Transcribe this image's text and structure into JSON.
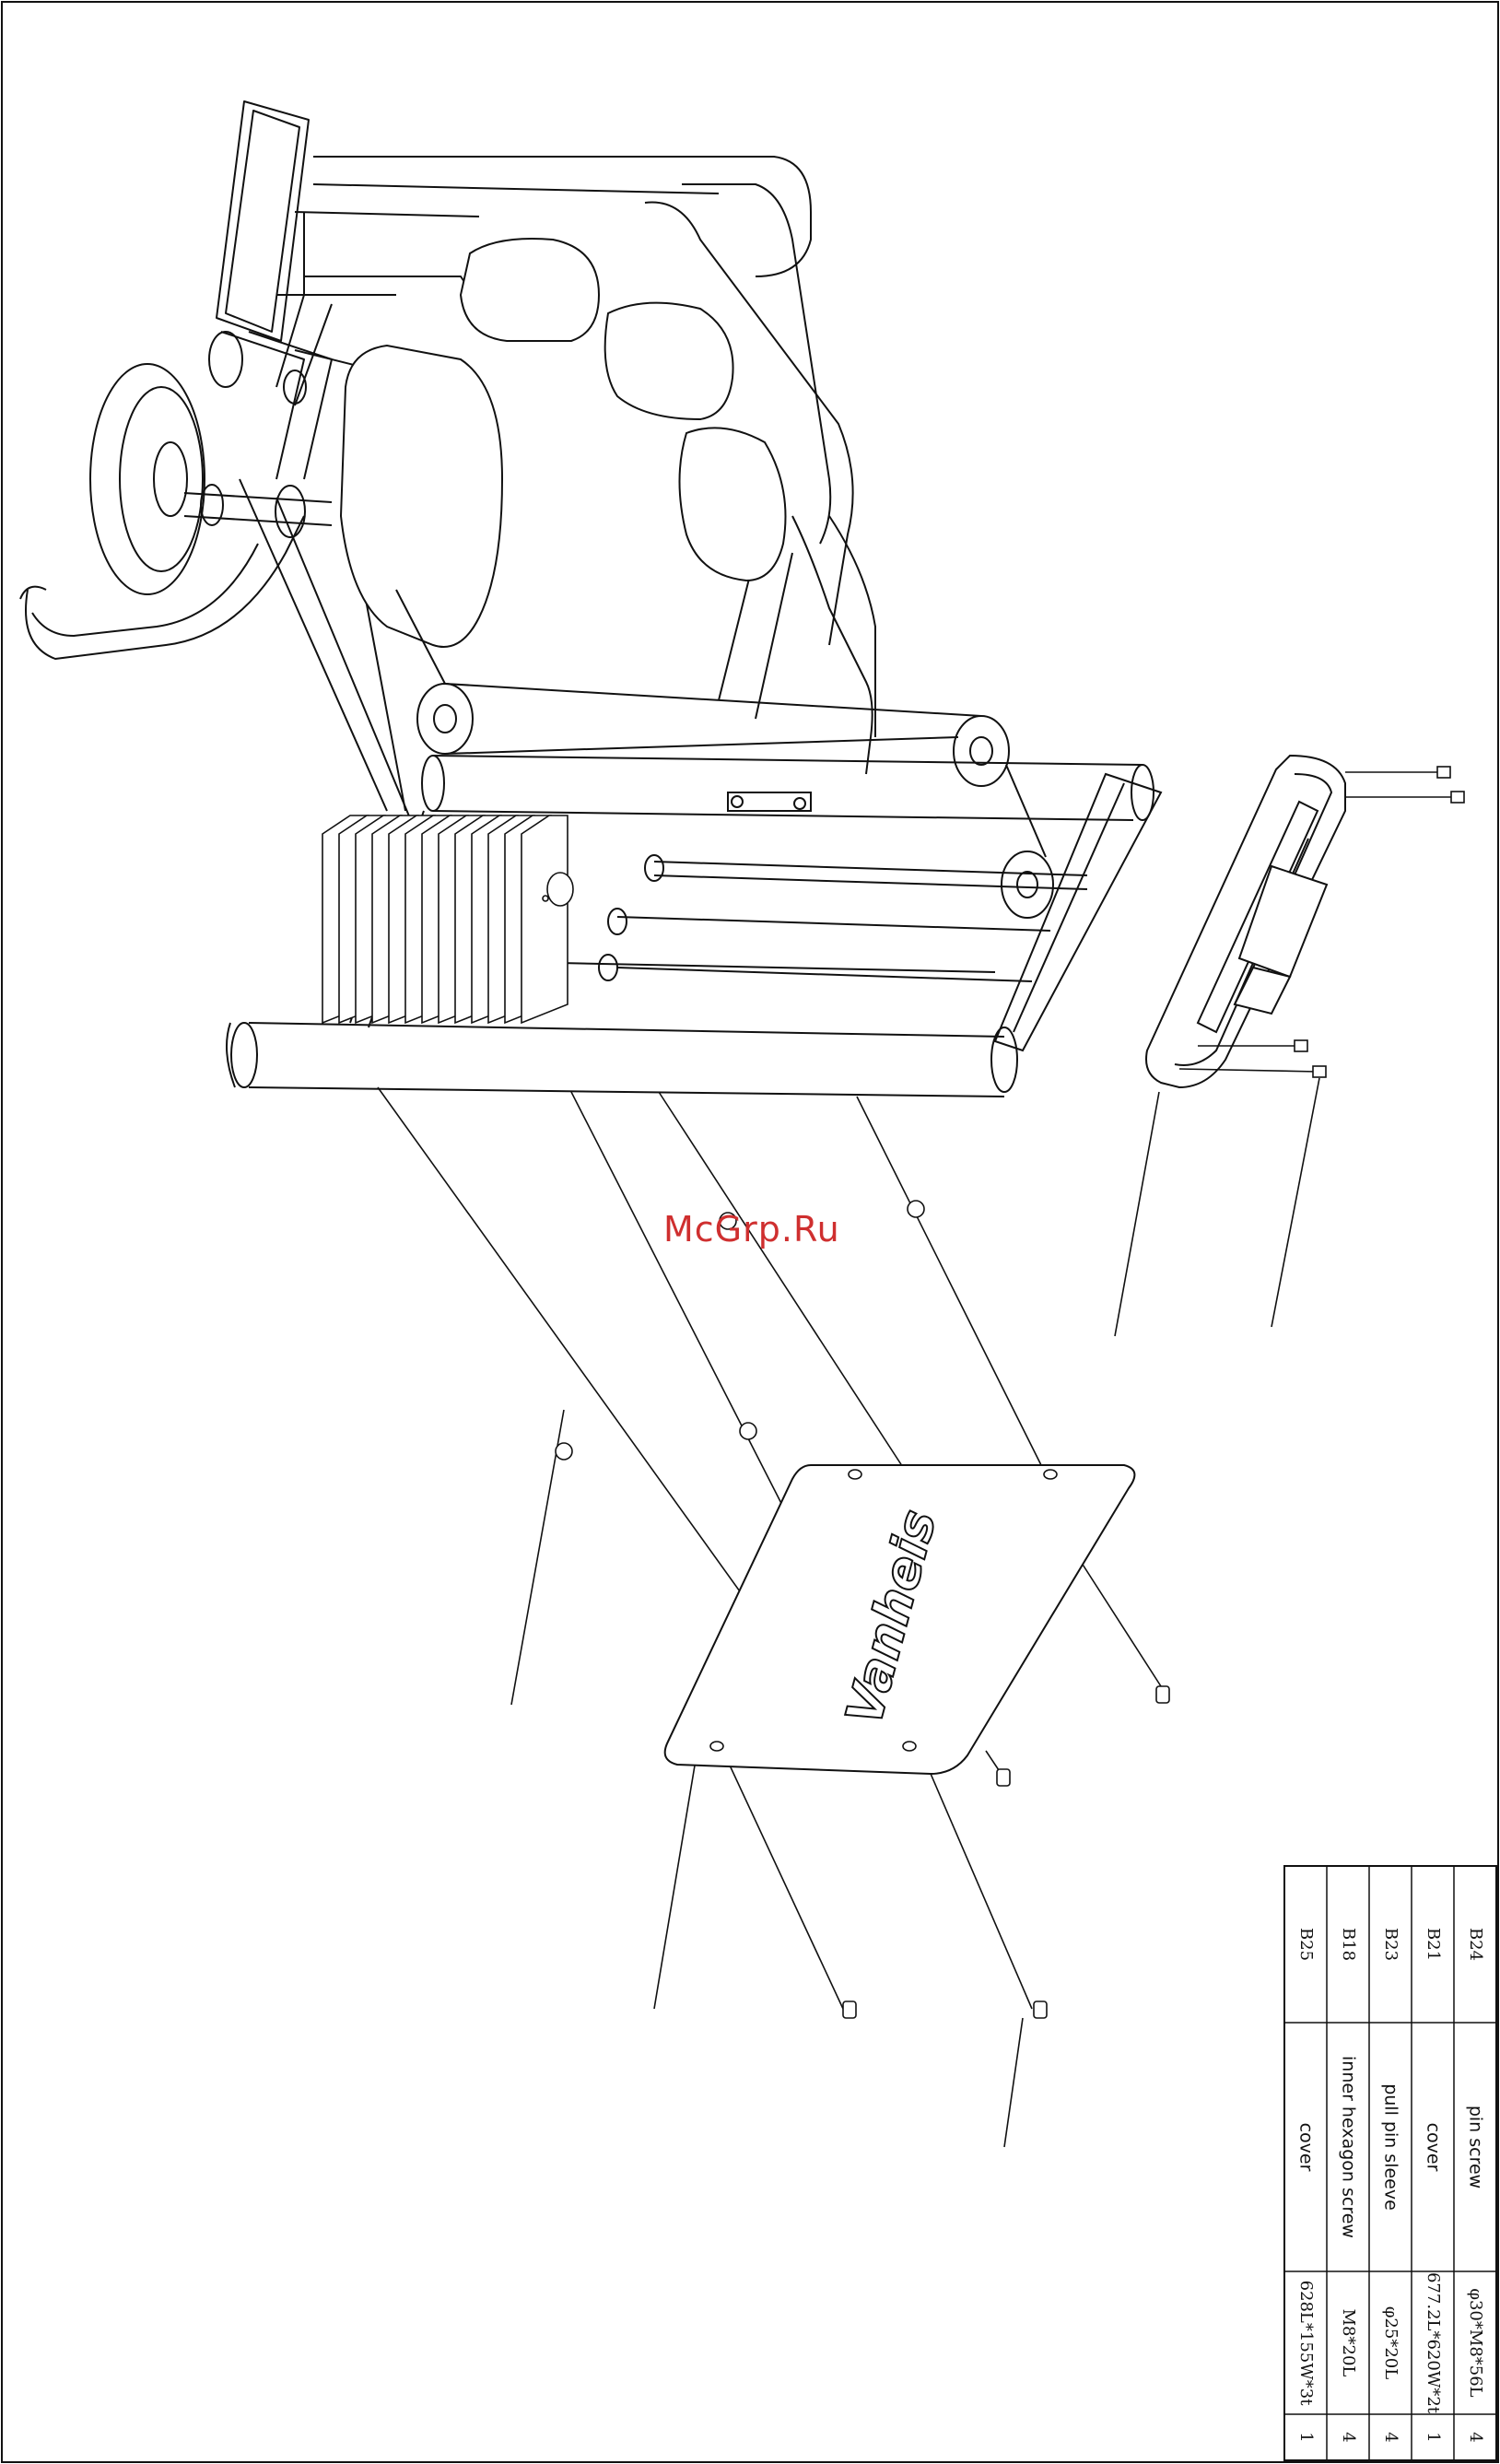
{
  "watermark": "McGrp.Ru",
  "brand_on_plate": "Vanheis",
  "parts": [
    {
      "code": "B24",
      "name": "pin screw",
      "spec": "φ30*M8*56L",
      "qty": "4"
    },
    {
      "code": "B21",
      "name": "cover",
      "spec": "677.2L*620W*2t",
      "qty": "1"
    },
    {
      "code": "B23",
      "name": "pull pin sleeve",
      "spec": "φ25*20L",
      "qty": "4"
    },
    {
      "code": "B18",
      "name": "inner hexagon screw",
      "spec": "M8*20L",
      "qty": "4"
    },
    {
      "code": "B25",
      "name": "cover",
      "spec": "628L*155W*3t",
      "qty": "1"
    }
  ],
  "colors": {
    "line": "#111111",
    "watermark": "#cf2f2f"
  }
}
